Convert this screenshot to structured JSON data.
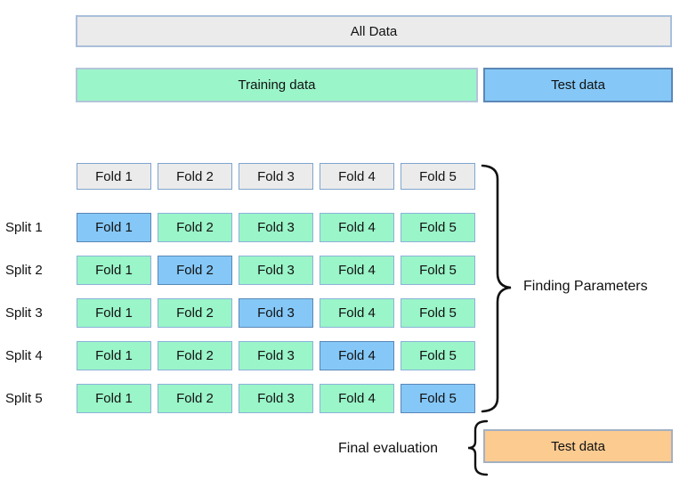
{
  "palette": {
    "gray": "#ebebeb",
    "green": "#9af5c9",
    "blue": "#85c8f7",
    "orange": "#fccb90",
    "gray_border": "#7fa5cf",
    "green_border": "#8cb2d8",
    "blue_border": "#5b87b7",
    "bar_border": "#a9bfdb",
    "train_bar_border": "#b4c4da",
    "orange_border": "#a3b1c2",
    "brace_color": "#111111"
  },
  "top": {
    "all_data_label": "All Data",
    "training_label": "Training data",
    "test_label": "Test data"
  },
  "fold_headers": [
    "Fold 1",
    "Fold 2",
    "Fold 3",
    "Fold 4",
    "Fold 5"
  ],
  "splits": [
    {
      "label": "Split 1",
      "cells": [
        {
          "label": "Fold 1",
          "state": "test"
        },
        {
          "label": "Fold 2",
          "state": "train"
        },
        {
          "label": "Fold 3",
          "state": "train"
        },
        {
          "label": "Fold 4",
          "state": "train"
        },
        {
          "label": "Fold 5",
          "state": "train"
        }
      ]
    },
    {
      "label": "Split 2",
      "cells": [
        {
          "label": "Fold 1",
          "state": "train"
        },
        {
          "label": "Fold 2",
          "state": "test"
        },
        {
          "label": "Fold 3",
          "state": "train"
        },
        {
          "label": "Fold 4",
          "state": "train"
        },
        {
          "label": "Fold 5",
          "state": "train"
        }
      ]
    },
    {
      "label": "Split 3",
      "cells": [
        {
          "label": "Fold 1",
          "state": "train"
        },
        {
          "label": "Fold 2",
          "state": "train"
        },
        {
          "label": "Fold 3",
          "state": "test"
        },
        {
          "label": "Fold 4",
          "state": "train"
        },
        {
          "label": "Fold 5",
          "state": "train"
        }
      ]
    },
    {
      "label": "Split 4",
      "cells": [
        {
          "label": "Fold 1",
          "state": "train"
        },
        {
          "label": "Fold 2",
          "state": "train"
        },
        {
          "label": "Fold 3",
          "state": "train"
        },
        {
          "label": "Fold 4",
          "state": "test"
        },
        {
          "label": "Fold 5",
          "state": "train"
        }
      ]
    },
    {
      "label": "Split 5",
      "cells": [
        {
          "label": "Fold 1",
          "state": "train"
        },
        {
          "label": "Fold 2",
          "state": "train"
        },
        {
          "label": "Fold 3",
          "state": "train"
        },
        {
          "label": "Fold 4",
          "state": "train"
        },
        {
          "label": "Fold 5",
          "state": "test"
        }
      ]
    }
  ],
  "annotations": {
    "finding_parameters": "Finding Parameters",
    "final_evaluation": "Final evaluation",
    "final_test_label": "Test data"
  }
}
